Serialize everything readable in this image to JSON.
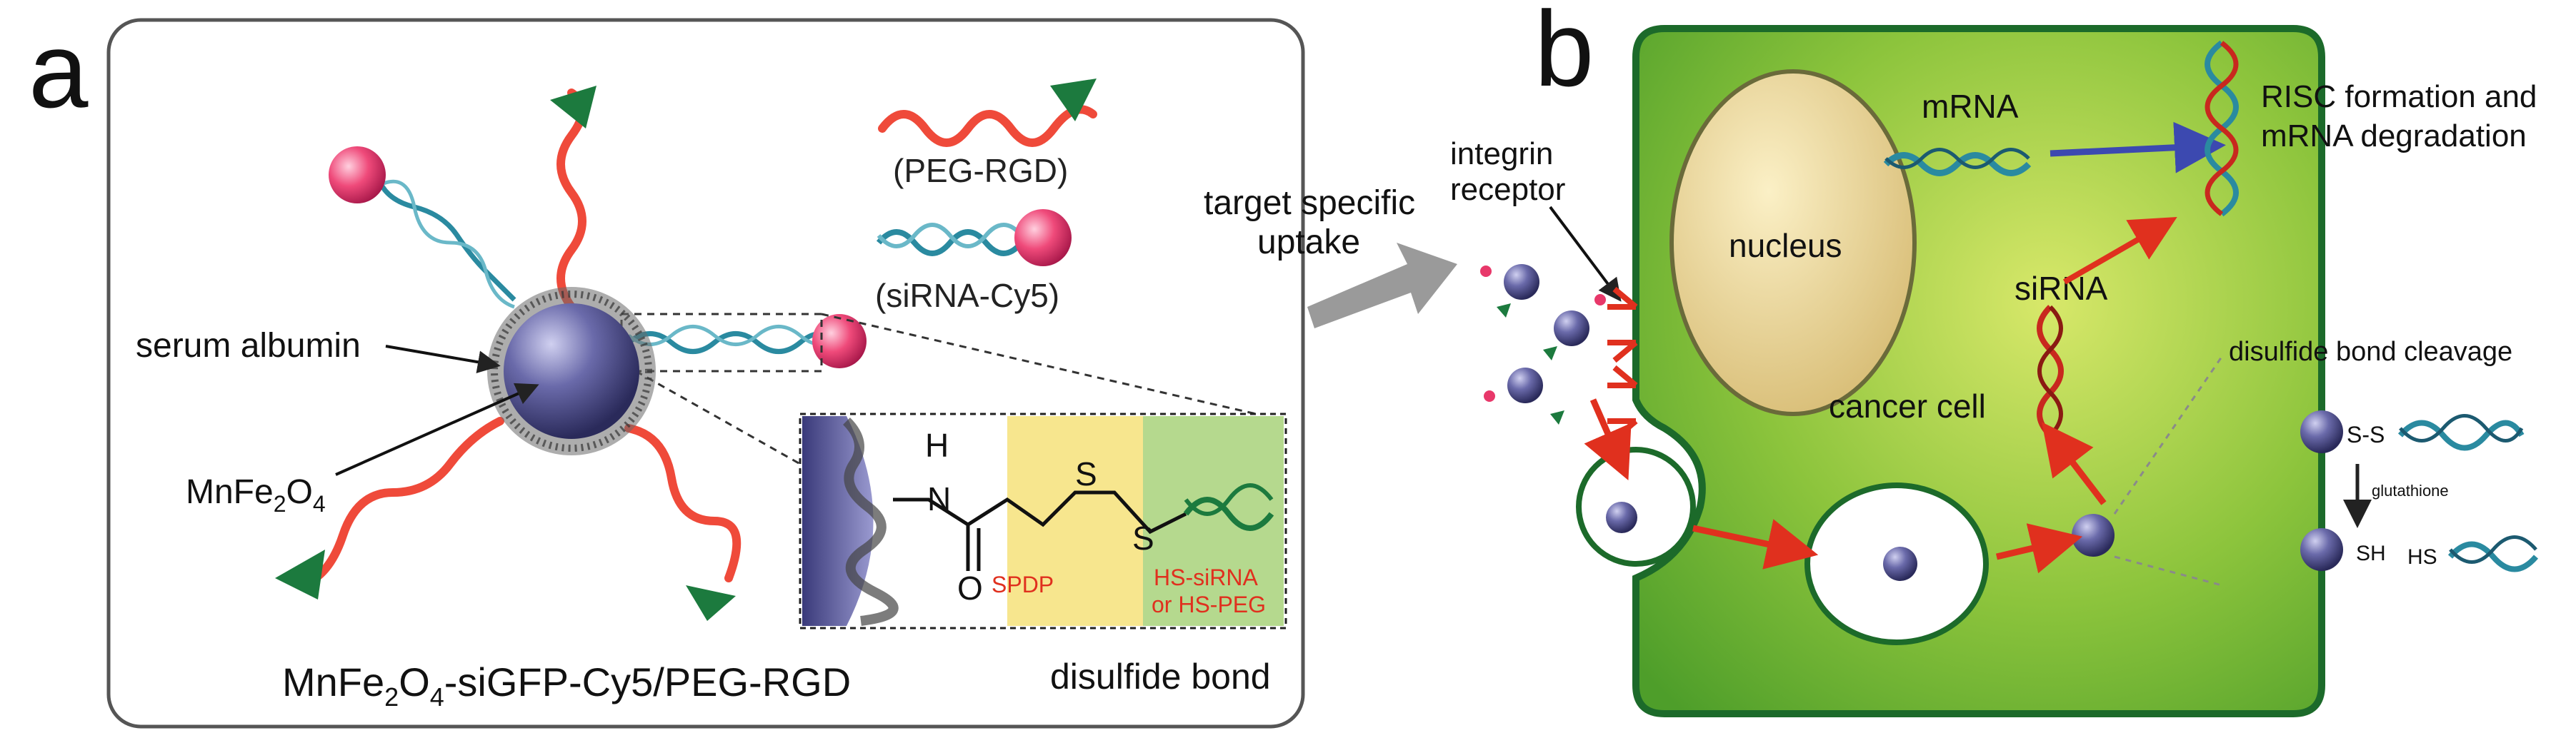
{
  "panel_a": {
    "letter": "a",
    "legend": {
      "peg_rgd": "(PEG-RGD)",
      "sirna_cy5": "(siRNA-Cy5)"
    },
    "labels": {
      "serum_albumin": "serum albumin",
      "mnfe2o4_main": "MnFe",
      "mnfe2o4_sub": "2",
      "mnfe2o4_tail": "O",
      "mnfe2o4_sub2": "4"
    },
    "inset": {
      "atom_h": "H",
      "atom_n": "N",
      "atom_s1": "S",
      "atom_s2": "S",
      "atom_o": "O",
      "spdp": "SPDP",
      "hs_sirna": "HS-siRNA",
      "or_hs_peg": "or HS-PEG",
      "caption": "disulfide bond"
    },
    "title_main": "MnFe",
    "title_sub": "2",
    "title_mid": "O",
    "title_sub2": "4",
    "title_tail": "-siGFP-Cy5/PEG-RGD"
  },
  "arrow_label_line1": "target specific",
  "arrow_label_line2": "uptake",
  "panel_b": {
    "letter": "b",
    "integrin_line1": "integrin",
    "integrin_line2": "receptor",
    "nucleus": "nucleus",
    "mrna": "mRNA",
    "risc_line1": "RISC formation and",
    "risc_line2": "mRNA degradation",
    "sirna": "siRNA",
    "cancer_cell": "cancer cell",
    "cleavage": "disulfide bond cleavage",
    "ss": "S-S",
    "glutathione": "glutathione",
    "sh": "SH",
    "hs": "HS"
  },
  "colors": {
    "peg": "#ef4a3a",
    "rgd": "#1c7a3e",
    "cy5": "#e8386a",
    "sirna": "#2a8aa0",
    "nanoparticle": "#5a5a9a",
    "cell": "#7cc23a",
    "nucleus": "#e8d59a",
    "red_arrow": "#e0301e",
    "blue_arrow": "#3c49b0",
    "spdp_bg": "#f6e27a",
    "green_bg": "#a8d27a"
  }
}
